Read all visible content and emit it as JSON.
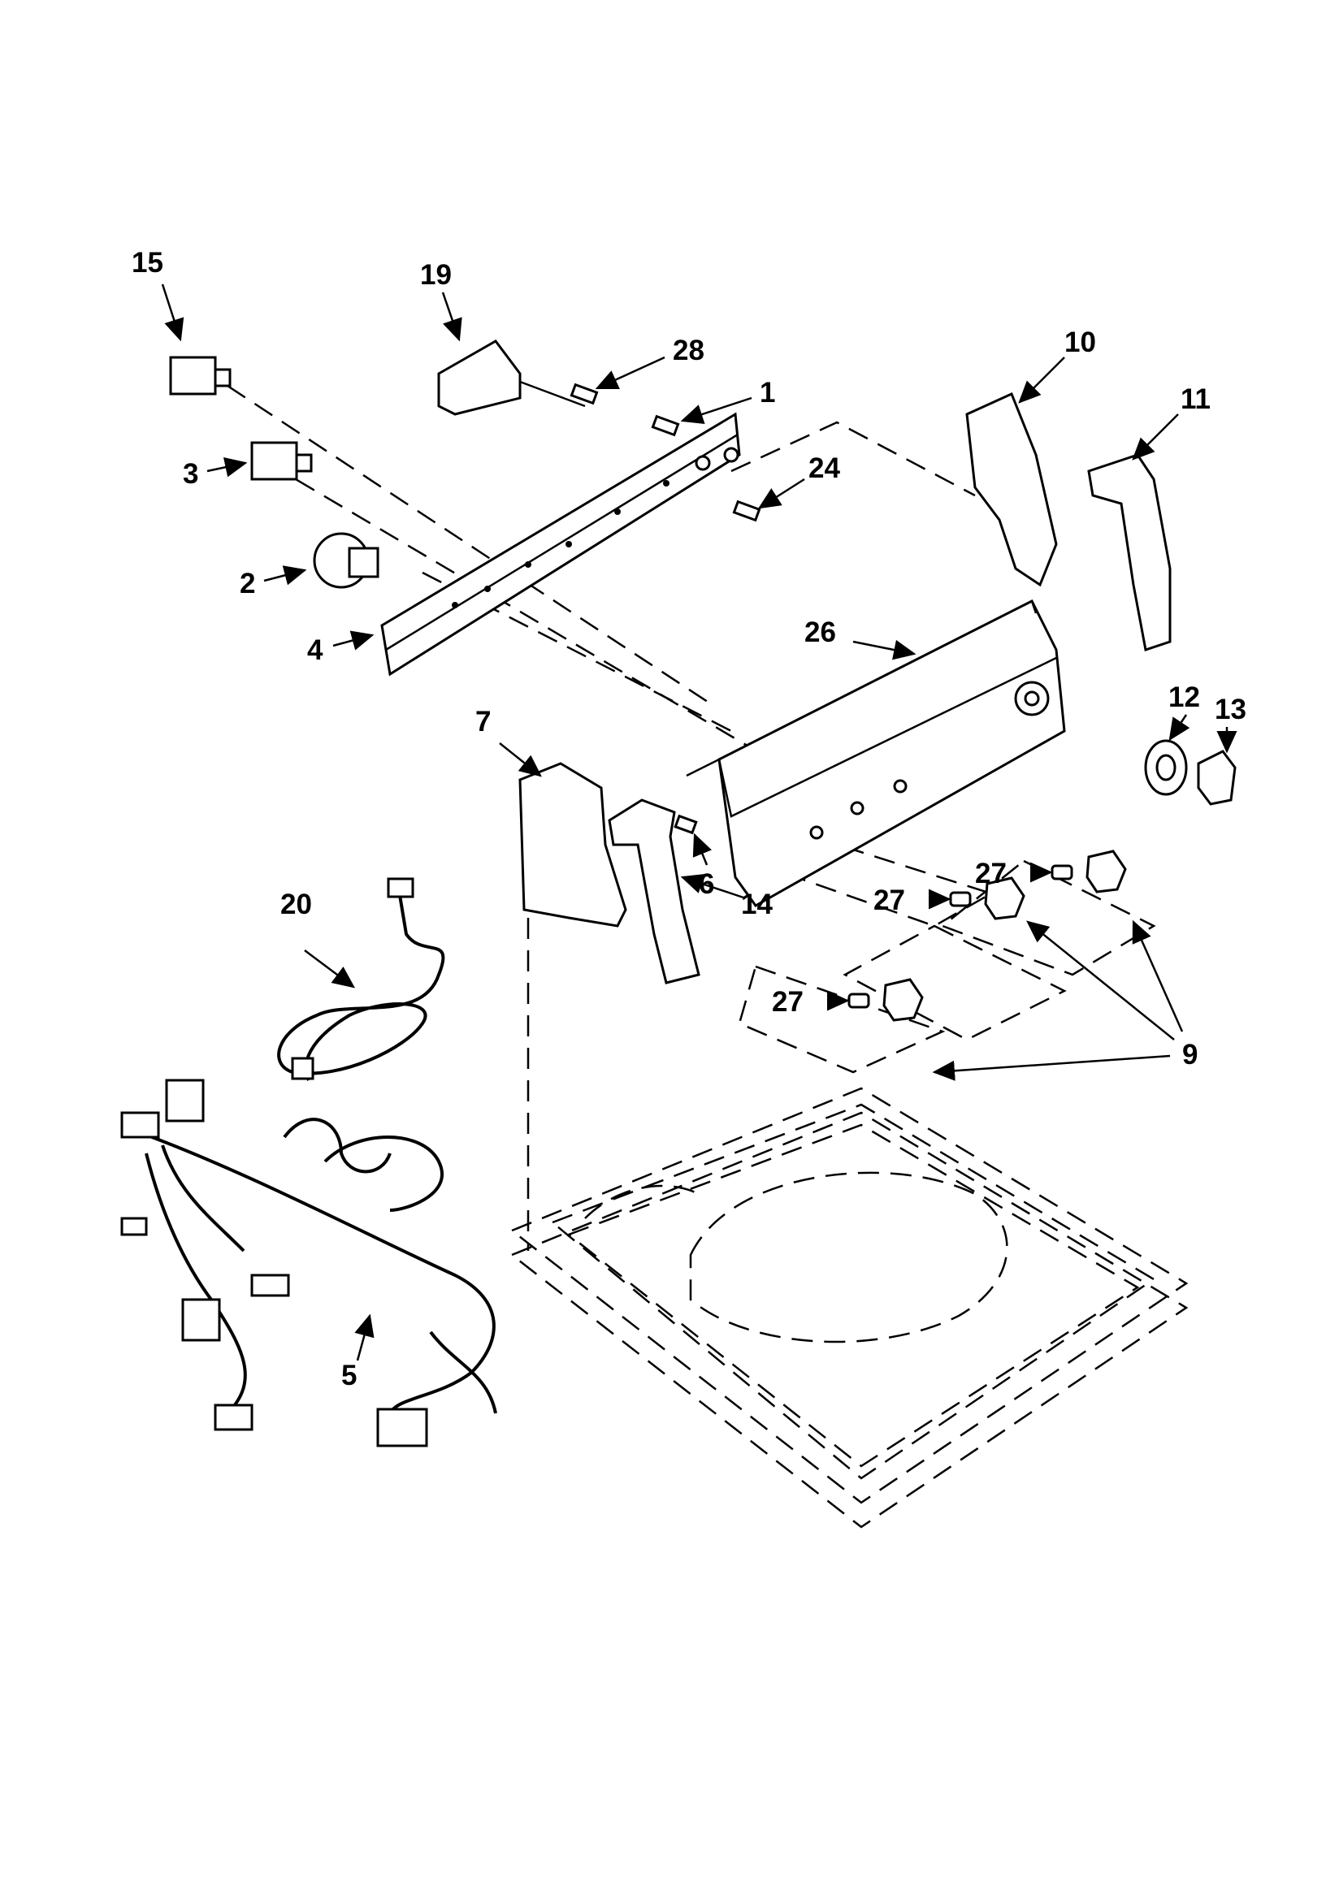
{
  "callouts": {
    "c1": "1",
    "c2": "2",
    "c3": "3",
    "c4": "4",
    "c5": "5",
    "c6": "6",
    "c7": "7",
    "c9": "9",
    "c10": "10",
    "c11": "11",
    "c12": "12",
    "c13": "13",
    "c14": "14",
    "c15": "15",
    "c19": "19",
    "c20": "20",
    "c24": "24",
    "c26": "26",
    "c27a": "27",
    "c27b": "27",
    "c27c": "27",
    "c28": "28"
  }
}
